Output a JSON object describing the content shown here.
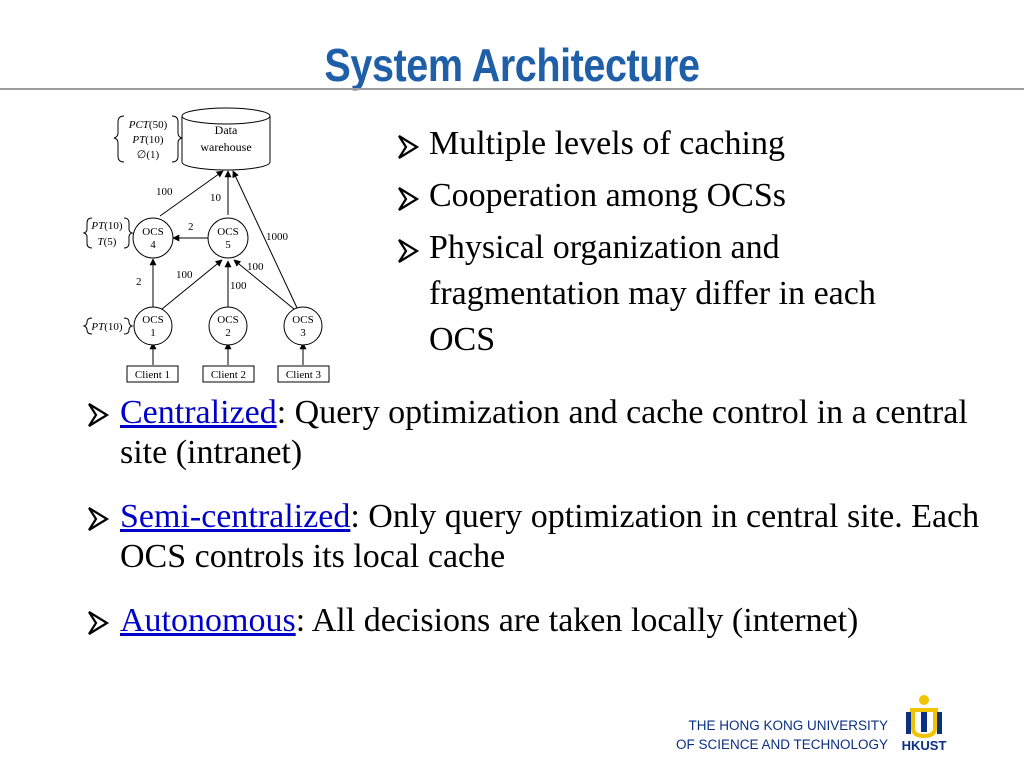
{
  "slide": {
    "title": "System Architecture"
  },
  "diagram": {
    "warehouse_label": "Data warehouse",
    "warehouse_lines": [
      "Data",
      "warehouse"
    ],
    "warehouse_annotation": [
      {
        "name": "PCT",
        "value": "(50)"
      },
      {
        "name": "PT",
        "value": "(10)"
      },
      {
        "name": "∅",
        "value": "(1)"
      }
    ],
    "ocs4_annotation": [
      {
        "name": "PT",
        "value": "(10)"
      },
      {
        "name": "T",
        "value": "(5)"
      }
    ],
    "ocs1_annotation": [
      {
        "name": "PT",
        "value": "(10)"
      }
    ],
    "nodes": [
      {
        "id": "ocs4",
        "lines": [
          "OCS",
          "4"
        ]
      },
      {
        "id": "ocs5",
        "lines": [
          "OCS",
          "5"
        ]
      },
      {
        "id": "ocs1",
        "lines": [
          "OCS",
          "1"
        ]
      },
      {
        "id": "ocs2",
        "lines": [
          "OCS",
          "2"
        ]
      },
      {
        "id": "ocs3",
        "lines": [
          "OCS",
          "3"
        ]
      }
    ],
    "clients": [
      "Client 1",
      "Client 2",
      "Client 3"
    ],
    "edge_weights": [
      "100",
      "10",
      "2",
      "1000",
      "2",
      "100",
      "100",
      "100"
    ]
  },
  "top_bullets": [
    {
      "text": "Multiple levels of caching"
    },
    {
      "text": "Cooperation among OCSs"
    },
    {
      "text": "Physical organization and fragmentation may differ in each OCS"
    }
  ],
  "main_bullets": [
    {
      "term": "Centralized",
      "text": ": Query optimization and cache control in a central site (intranet)"
    },
    {
      "term": "Semi-centralized",
      "text": ": Only query optimization in central site. Each OCS controls its local cache"
    },
    {
      "term": "Autonomous",
      "text": ": All decisions are taken locally (internet)"
    }
  ],
  "footer": {
    "university_lines": [
      "THE HONG KONG UNIVERSITY",
      "OF SCIENCE AND TECHNOLOGY"
    ],
    "logo_text": "HKUST"
  },
  "colors": {
    "title": "#1f5fa8",
    "rule": "#9e9e9e",
    "link": "#0000cc",
    "footer": "#0b2f83",
    "logo_gold": "#f2c400"
  }
}
